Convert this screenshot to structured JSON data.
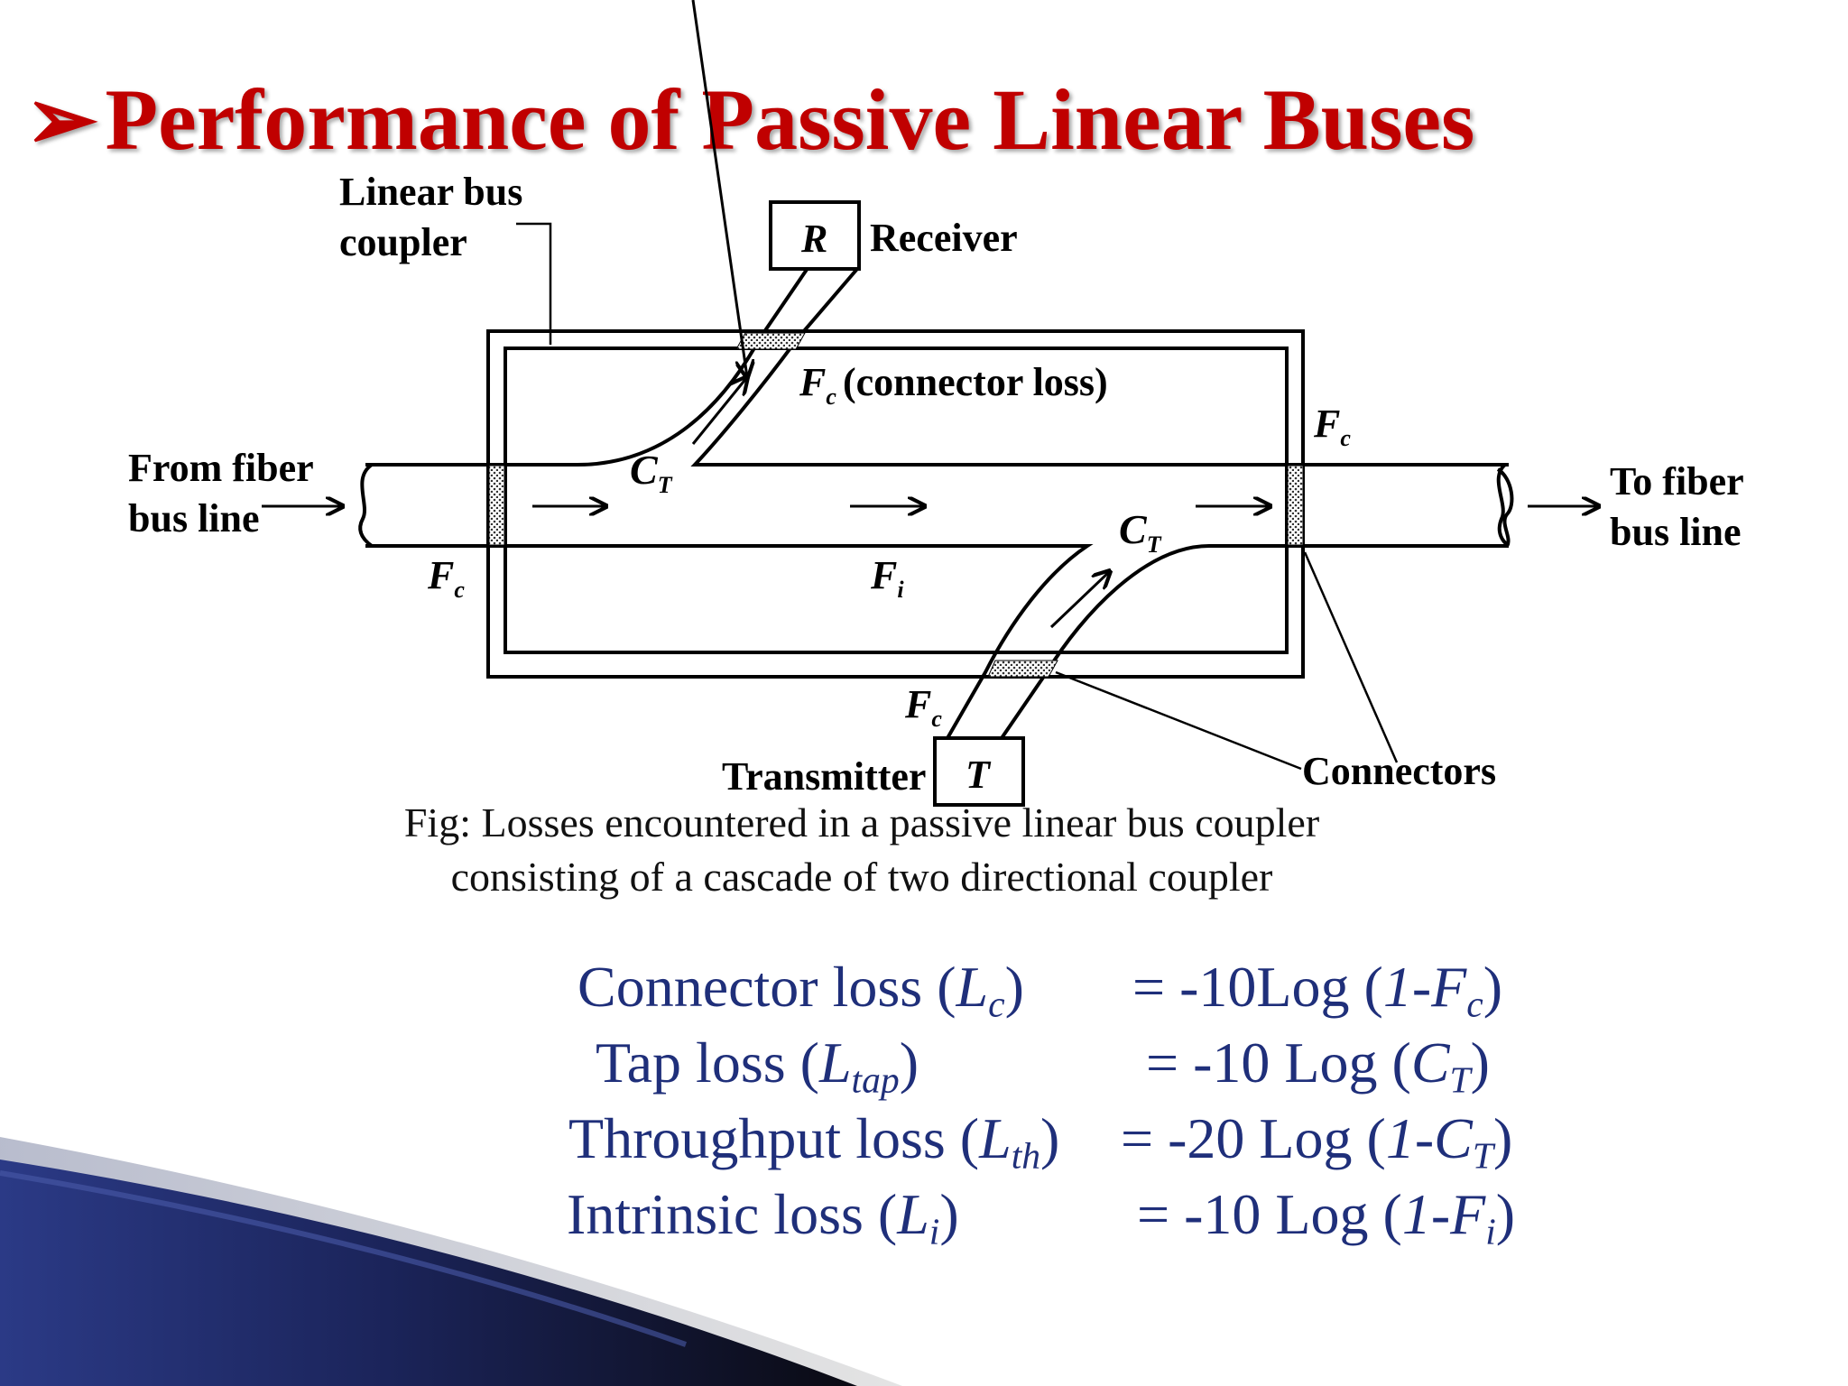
{
  "title": {
    "bullet": "➢",
    "text": "Performance of Passive Linear Buses"
  },
  "diagram": {
    "linear_bus_coupler": [
      "Linear bus",
      "coupler"
    ],
    "receiver_box": "R",
    "receiver_label": "Receiver",
    "transmitter_box": "T",
    "transmitter_label": "Transmitter",
    "connector_loss_label": "(connector loss)",
    "from_fiber": [
      "From fiber",
      "bus line"
    ],
    "to_fiber": [
      "To fiber",
      "bus line"
    ],
    "connectors_label": "Connectors",
    "symbols": {
      "F": "F",
      "c": "c",
      "i": "i",
      "C": "C",
      "T": "T"
    }
  },
  "caption": [
    "Fig: Losses encountered in a passive linear bus coupler",
    "consisting of a cascade of two directional coupler"
  ],
  "formulas": [
    {
      "name": "Connector loss",
      "sym": "L",
      "sub": "c",
      "rhs_pre": "= -10Log (",
      "rhs_var": "1-F",
      "rhs_sub": "c",
      "rhs_post": ")"
    },
    {
      "name": "Tap loss",
      "sym": "L",
      "sub": "tap",
      "rhs_pre": "= -10 Log (",
      "rhs_var": "C",
      "rhs_sub": "T",
      "rhs_post": ")"
    },
    {
      "name": "Throughput loss",
      "sym": "L",
      "sub": "th",
      "rhs_pre": "= -20 Log (",
      "rhs_var": "1-C",
      "rhs_sub": "T",
      "rhs_post": ")"
    },
    {
      "name": "Intrinsic loss",
      "sym": "L",
      "sub": "i",
      "rhs_pre": "= -10 Log (",
      "rhs_var": "1-F",
      "rhs_sub": "i",
      "rhs_post": ")"
    }
  ],
  "colors": {
    "title": "#c00000",
    "formula": "#1f2f7a",
    "corner_dark": "#1c2a6b"
  }
}
